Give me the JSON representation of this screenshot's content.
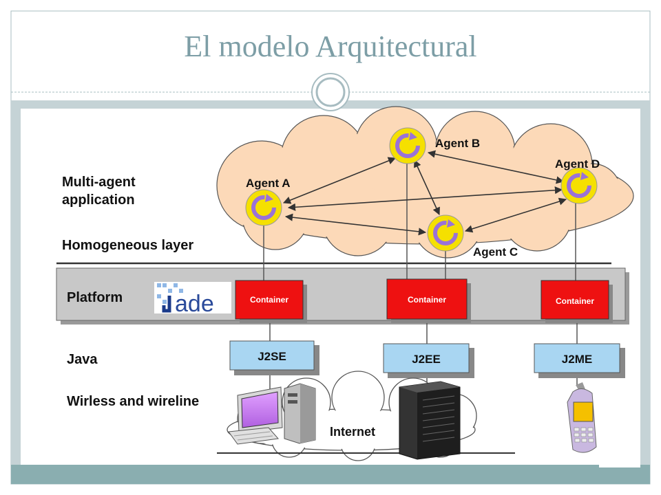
{
  "slide": {
    "title": "El modelo Arquitectural"
  },
  "colors": {
    "title": "#7d9ea6",
    "frame": "#a7bcc1",
    "bottom_band": "#8aaeb0",
    "cloud": "#fcd9b8",
    "container": "#ee1111",
    "java_box": "#a9d6f2",
    "agent": "#f5e000",
    "agent_ring": "#9a72d8"
  },
  "layers": {
    "multi_agent": "Multi-agent application",
    "homogeneous": "Homogeneous layer",
    "platform": "Platform",
    "java": "Java",
    "network": "Wirless and wireline"
  },
  "agents": {
    "a": "Agent A",
    "b": "Agent B",
    "c": "Agent C",
    "d": "Agent D"
  },
  "containers": {
    "c1": "Container",
    "c2": "Container",
    "c3": "Container"
  },
  "java_editions": {
    "se": "J2SE",
    "ee": "J2EE",
    "me": "J2ME"
  },
  "network": {
    "internet": "Internet"
  },
  "logo": {
    "text": "JADE"
  }
}
